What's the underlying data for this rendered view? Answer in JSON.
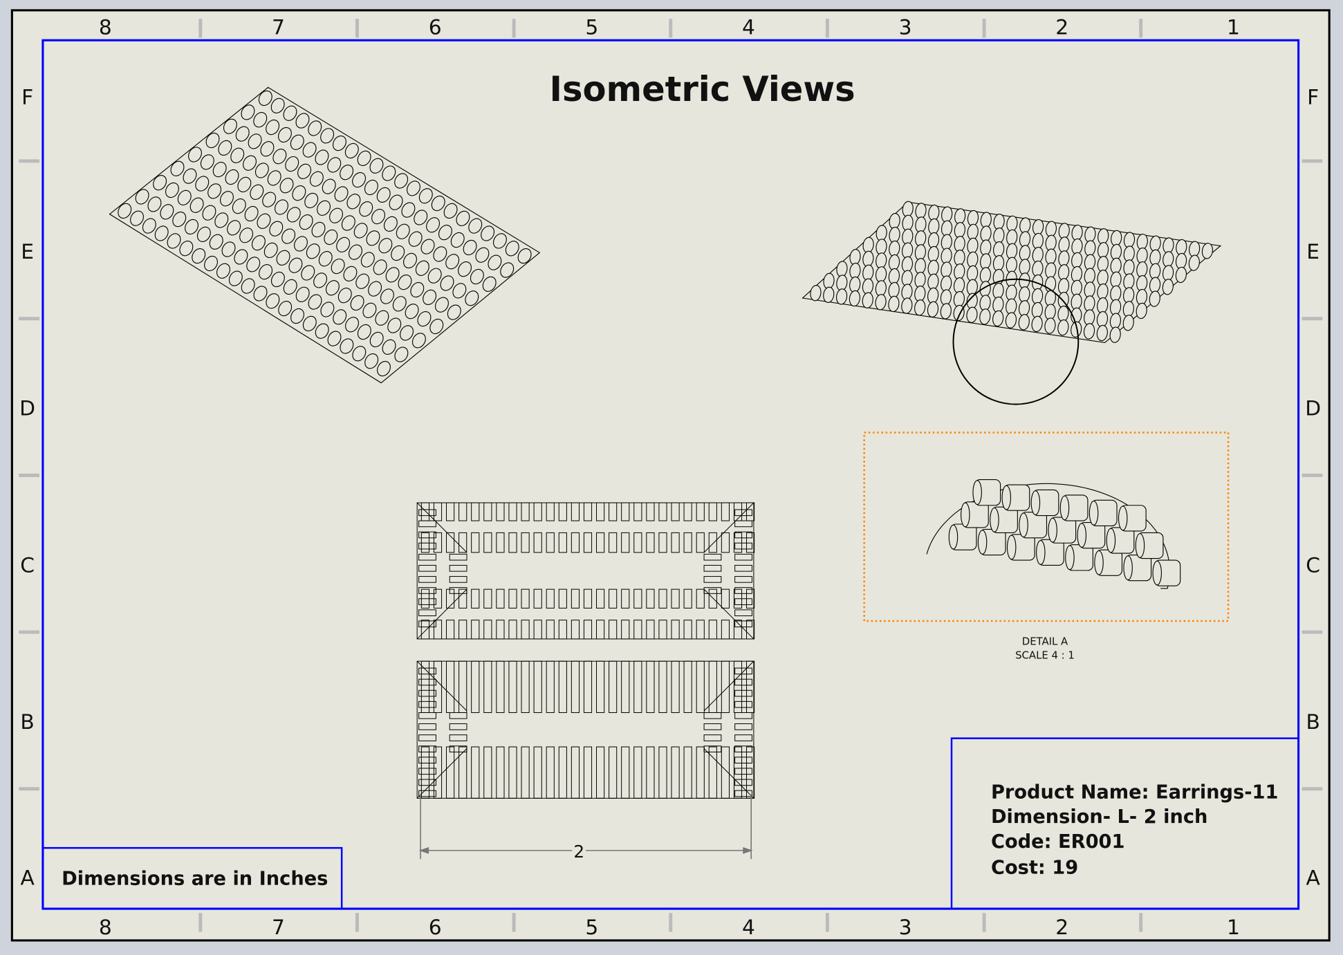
{
  "sheet": {
    "title": "Isometric Views",
    "column_labels": [
      "8",
      "7",
      "6",
      "5",
      "4",
      "3",
      "2",
      "1"
    ],
    "row_labels": [
      "F",
      "E",
      "D",
      "C",
      "B",
      "A"
    ]
  },
  "detail": {
    "name": "DETAIL A",
    "scale": "SCALE 4 : 1"
  },
  "dimension": {
    "value": "2"
  },
  "note": "Dimensions are in Inches",
  "title_block": {
    "lines": [
      "Product Name: Earrings-11",
      "Dimension- L- 2 inch",
      "Code: ER001",
      "Cost: 19"
    ]
  },
  "colors": {
    "border": "#0000ff",
    "detail_box": "#ff8000",
    "sheet": "#e6e6dc"
  }
}
